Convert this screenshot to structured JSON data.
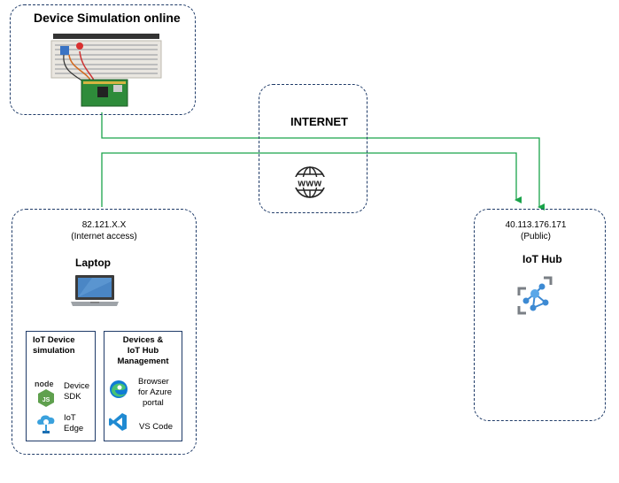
{
  "device_sim": {
    "title": "Device Simulation online"
  },
  "internet": {
    "title": "INTERNET",
    "icon": "globe-www-icon",
    "globe_text": "www"
  },
  "laptop_box": {
    "ip": "82.121.X.X",
    "ip_note": "(Internet access)",
    "title": "Laptop",
    "icon": "laptop-icon",
    "sim_panel": {
      "title_line1": "IoT Device",
      "title_line2": "simulation",
      "items": [
        {
          "icon": "nodejs-icon",
          "line1": "Device",
          "line2": "SDK"
        },
        {
          "icon": "iot-edge-icon",
          "line1": "IoT",
          "line2": "Edge"
        }
      ]
    },
    "mgmt_panel": {
      "title_line1": "Devices &",
      "title_line2": "IoT Hub",
      "title_line3": "Management",
      "items": [
        {
          "icon": "edge-browser-icon",
          "line1": "Browser",
          "line2": "for Azure",
          "line3": "portal"
        },
        {
          "icon": "vscode-icon",
          "line1": "VS Code"
        }
      ]
    }
  },
  "iothub_box": {
    "ip": "40.113.176.171",
    "ip_note": "(Public)",
    "title": "IoT Hub",
    "icon": "iot-hub-icon"
  },
  "colors": {
    "border": "#1f3b68",
    "connector": "#1aa34a"
  }
}
